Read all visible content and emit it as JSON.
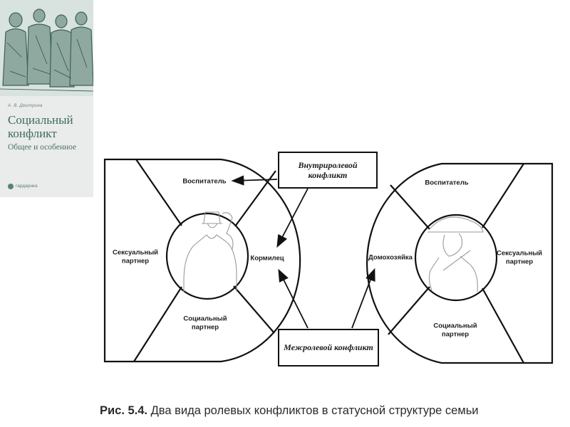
{
  "cover": {
    "author": "А. В. Дмитриев",
    "title": "Социальный конфликт",
    "subtitle": "Общее и особенное",
    "publisher": "гардарика"
  },
  "diagram": {
    "left": {
      "top": "Воспитатель",
      "left": "Сексуальный партнер",
      "bottom": "Социальный партнер",
      "right": "Кормилец"
    },
    "right": {
      "top": "Воспитатель",
      "right": "Сексуальный партнер",
      "bottom": "Социальный партнер",
      "left": "Домохозяйка"
    },
    "box_intra": "Внутриролевой конфликт",
    "box_inter": "Межролевой конфликт"
  },
  "caption": {
    "number": "Рис. 5.4.",
    "text": "Два вида ролевых конфликтов в статусной структуре семьи"
  }
}
